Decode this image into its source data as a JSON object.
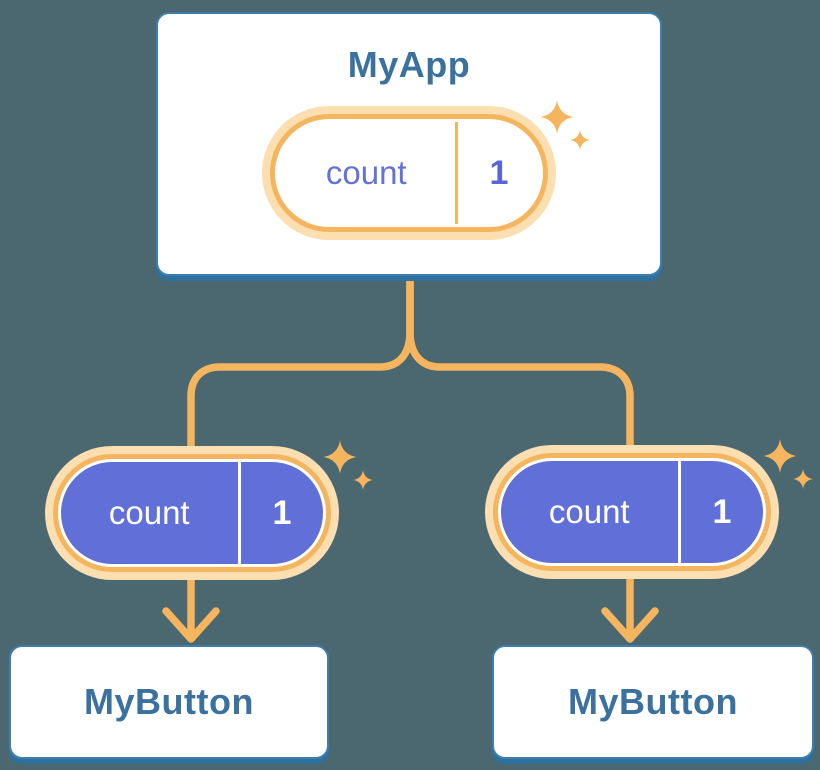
{
  "diagram": {
    "root": {
      "title": "MyApp",
      "pill": {
        "label": "count",
        "value": "1"
      }
    },
    "children": [
      {
        "title": "MyButton",
        "pill": {
          "label": "count",
          "value": "1"
        }
      },
      {
        "title": "MyButton",
        "pill": {
          "label": "count",
          "value": "1"
        }
      }
    ]
  },
  "colors": {
    "bg": "#4B6770",
    "card-bg": "#FFFFFF",
    "card-border": "#3E7EAC",
    "card-shadow": "#2E719E",
    "heading": "#3A719F",
    "orange": "#F5B55F",
    "orange-glow": "#FBDFB0",
    "purple": "#6170D8",
    "purple-text": "#6471DB",
    "purple-value": "#5766DA",
    "white": "#FFFFFF"
  }
}
